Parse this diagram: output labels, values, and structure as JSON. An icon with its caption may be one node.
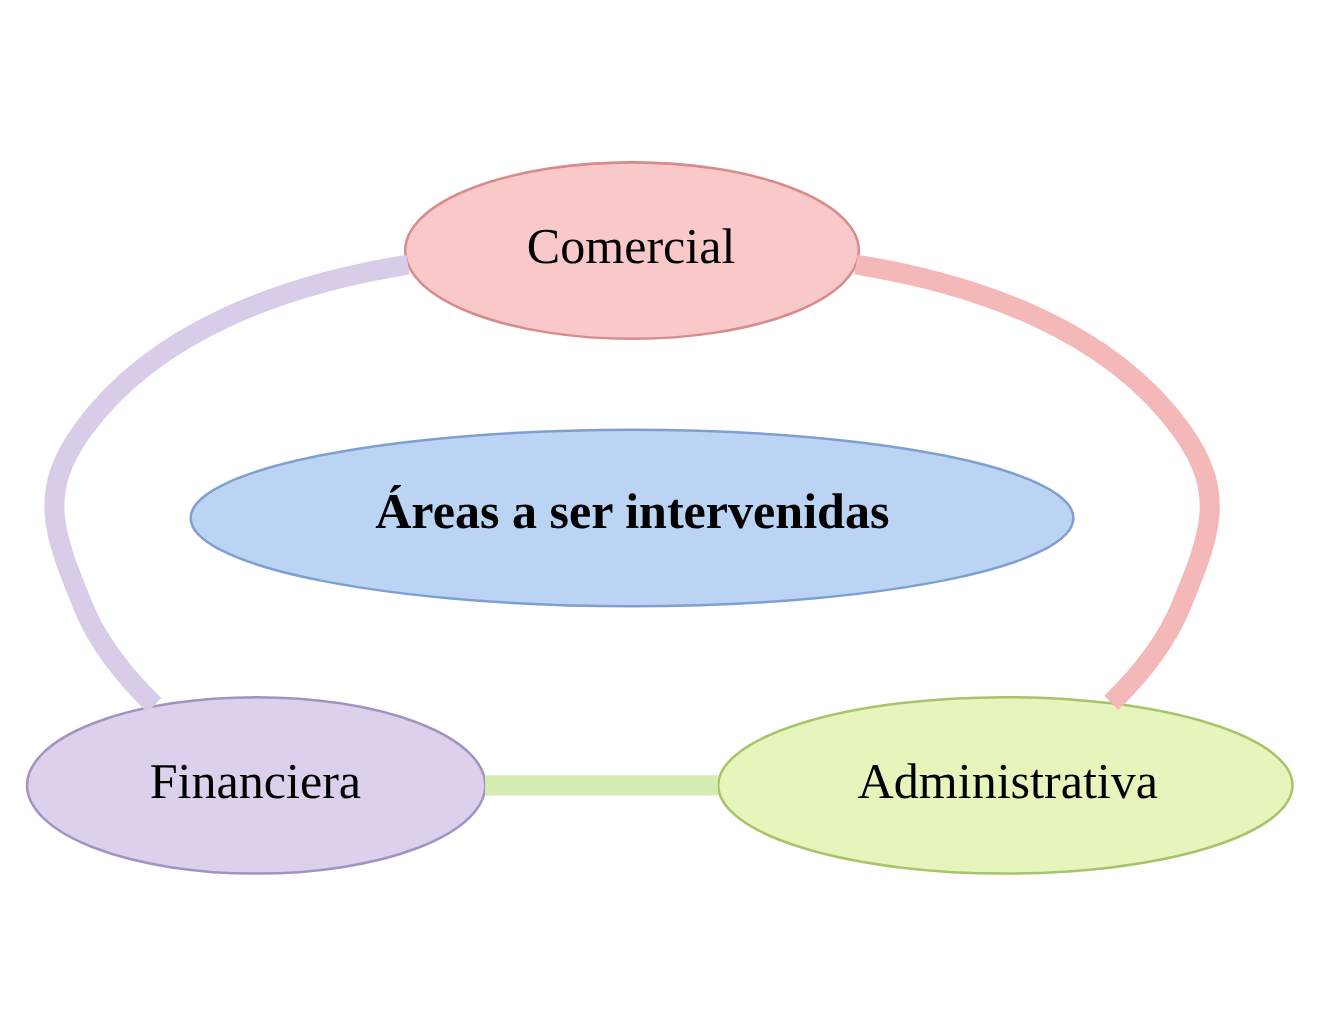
{
  "diagram": {
    "nodes": [
      {
        "text": [
          "Comercial"
        ]
      },
      {
        "text": [
          "Áreas a ser intervenidas"
        ]
      },
      {
        "text": [
          "Financiera"
        ]
      },
      {
        "text": [
          "Administrativa"
        ]
      }
    ],
    "edges": [
      {
        "from": 0,
        "to": 3,
        "arrow": "none",
        "color": "#f4b8b8"
      },
      {
        "from": 3,
        "to": 2,
        "arrow": "none",
        "color": "#d4ecb0"
      },
      {
        "from": 2,
        "to": 0,
        "arrow": "none",
        "color": "#d8cce8"
      }
    ]
  }
}
